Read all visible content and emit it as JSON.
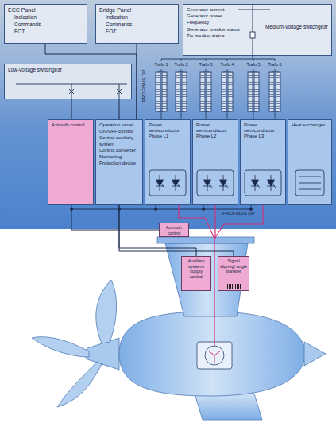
{
  "diagram": {
    "nodes": [
      {
        "text": [
          "ECC Panel",
          "Indication",
          "Commands",
          "EOT"
        ]
      },
      {
        "text": [
          "Bridge Panel",
          "Indication",
          "Commands",
          "EOT"
        ]
      },
      {
        "text": [
          "Generator current",
          "Generator power",
          "Frequency",
          "Generator breaker status",
          "Tie breaker status",
          "Medium-voltage switchgear"
        ]
      },
      {
        "text": [
          "Low-voltage switchgear"
        ]
      },
      {
        "text": [
          "Azimuth control"
        ]
      },
      {
        "text": [
          "Operation panel",
          "ON/OFF control",
          "Control auxiliary system",
          "Control converter",
          "Monitoring",
          "Protection device"
        ]
      },
      {
        "text": [
          "Power semiconductor Phase L1"
        ]
      },
      {
        "text": [
          "Power semiconductor Phase L2"
        ]
      },
      {
        "text": [
          "Power semiconductor Phase L3"
        ]
      },
      {
        "text": [
          "Heat exchanger"
        ]
      },
      {
        "text": [
          "Azimuth control"
        ]
      },
      {
        "text": [
          "Auxiliary systems supply control"
        ]
      },
      {
        "text": [
          "Signal slipring/ angle transfer"
        ]
      }
    ],
    "edges": [
      {
        "from": 0,
        "to": 5,
        "arrow": "none"
      },
      {
        "from": 1,
        "to": 5,
        "arrow": "none"
      },
      {
        "from": 3,
        "to": 4,
        "arrow": "none"
      },
      {
        "from": 3,
        "to": 5,
        "arrow": "none"
      },
      {
        "from": 4,
        "to": 10,
        "arrow": "none"
      },
      {
        "from": 5,
        "to": 11,
        "arrow": "none"
      },
      {
        "from": 5,
        "to": 12,
        "arrow": "none"
      }
    ],
    "labels": [
      "Trafo 1",
      "Trafo 2",
      "Trafo 3",
      "Trafo 4",
      "Trafo 5",
      "Trafo 6",
      "PROFIBUS DP",
      "PROFIBUS DP"
    ]
  }
}
